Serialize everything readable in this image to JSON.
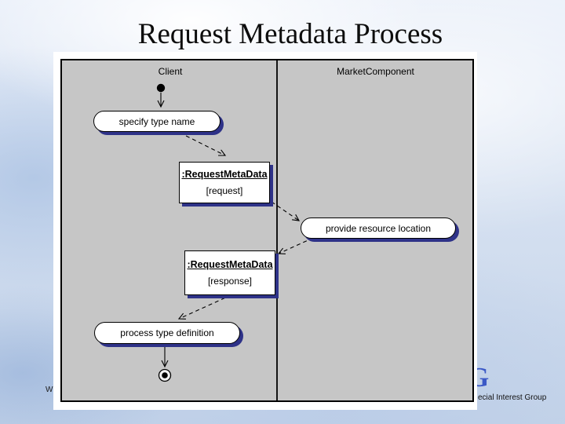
{
  "slide": {
    "title": "Request Metadata Process",
    "footer_left_fragment": "W",
    "logo_letter": "G",
    "footer_right_fragment": "ecial Interest Group"
  },
  "diagram": {
    "type": "uml-activity-diagram",
    "lanes": [
      {
        "label": "Client"
      },
      {
        "label": "MarketComponent"
      }
    ],
    "activities": [
      {
        "label": "specify type name",
        "lane": "Client"
      },
      {
        "label": "provide resource location",
        "lane": "MarketComponent"
      },
      {
        "label": "process type definition",
        "lane": "Client"
      }
    ],
    "objects": [
      {
        "name": ":RequestMetaData",
        "state": "[request]"
      },
      {
        "name": ":RequestMetaData",
        "state": "[response]"
      }
    ],
    "flow": [
      "start -> specify type name",
      "specify type name -> :RequestMetaData [request]",
      ":RequestMetaData [request] -> provide resource location",
      "provide resource location -> :RequestMetaData [response]",
      ":RequestMetaData [response] -> process type definition",
      "process type definition -> end"
    ]
  },
  "colors": {
    "lane_fill": "#c6c6c6",
    "shape_shadow": "#2e3288",
    "logo_blue": "#3b59c6",
    "shape_fill": "#ffffff",
    "line": "#000000"
  }
}
